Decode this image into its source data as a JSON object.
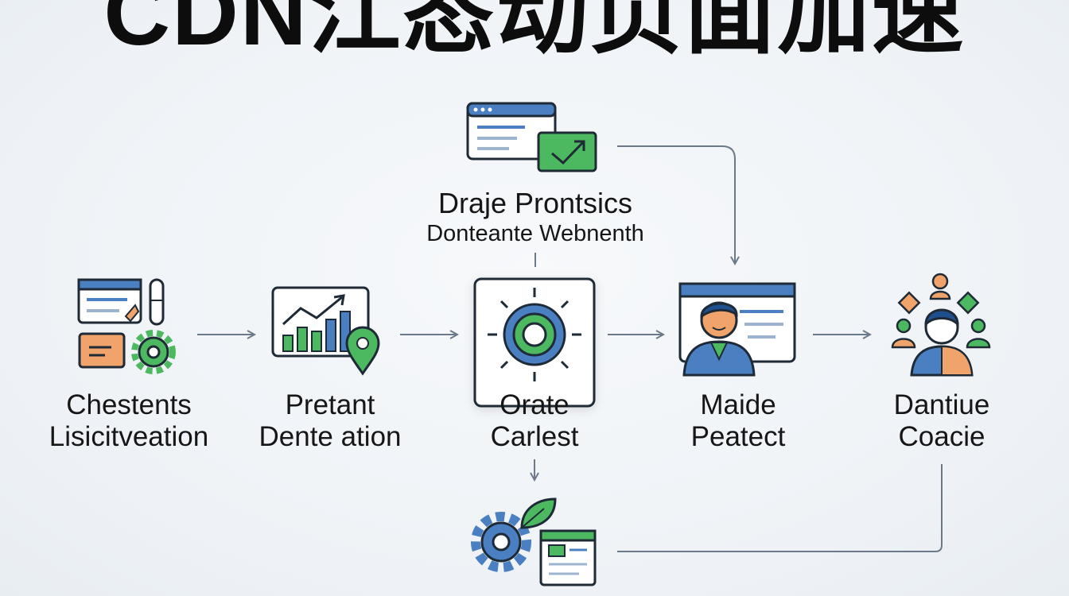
{
  "title": "CDN江态动页面加速",
  "top_node": {
    "title": "Draje Prontsics",
    "subtitle": "Donteante Webnenth"
  },
  "nodes": [
    {
      "line1": "Chestents",
      "line2": "Lisicitveation"
    },
    {
      "line1": "Pretant",
      "line2": "Dente ation"
    },
    {
      "line1": "Orate",
      "line2": "Carlest"
    },
    {
      "line1": "Maide",
      "line2": "Peatect"
    },
    {
      "line1": "Dantiue",
      "line2": "Coacie"
    }
  ],
  "colors": {
    "blue": "#4a7fc1",
    "green": "#4cb85f",
    "orange": "#f0a36a",
    "arrow": "#6b7a8a",
    "dark": "#1e2a36"
  }
}
